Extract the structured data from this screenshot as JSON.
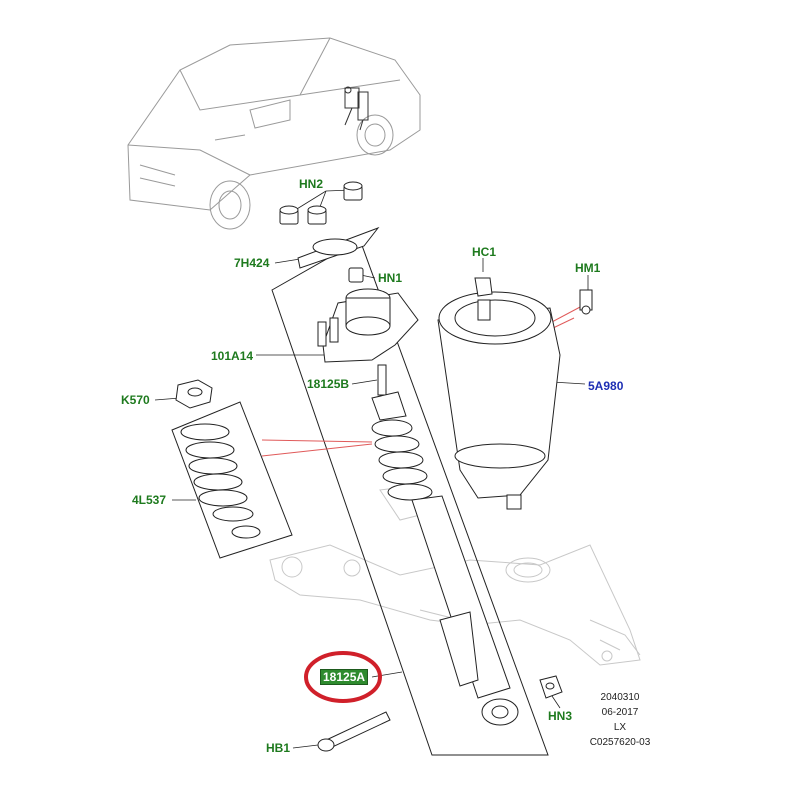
{
  "callouts": {
    "hn2": "HN2",
    "h7424": "7H424",
    "hn1": "HN1",
    "a101": "101A14",
    "b18125": "18125B",
    "k570": "K570",
    "l4537": "4L537",
    "hc1": "HC1",
    "hm1": "HM1",
    "a5980": "5A980",
    "a18125": "18125A",
    "hn3": "HN3",
    "hb1": "HB1"
  },
  "reference": {
    "line1": "2040310",
    "line2": "06-2017",
    "line3": "LX",
    "line4": "C0257620-03"
  },
  "colors": {
    "part_label": "#1e7a1e",
    "air_spring_label": "#1e2fb4",
    "highlight_ring": "#d0202a",
    "highlight_fill": "#2e8b2e",
    "leader_red": "#e05a5a",
    "line_art": "#222222",
    "ghost_art": "#bfbfbf"
  }
}
